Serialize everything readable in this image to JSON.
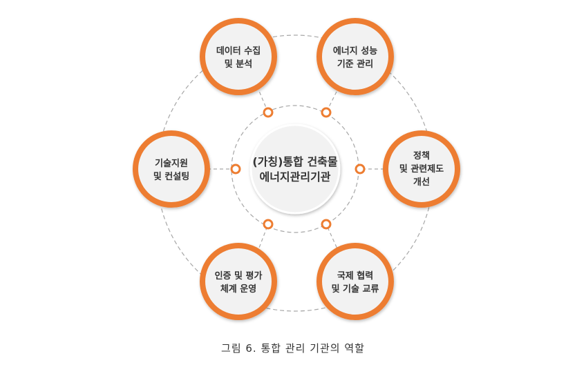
{
  "diagram": {
    "center": {
      "lines": [
        "(가칭)통합 건축물",
        "에너지관리기관"
      ]
    },
    "nodes": [
      {
        "id": "data",
        "lines": [
          "데이터 수집",
          "및 분석"
        ]
      },
      {
        "id": "energy",
        "lines": [
          "에너지 성능",
          "기준 관리"
        ]
      },
      {
        "id": "policy",
        "lines": [
          "정책",
          "및 관련제도",
          "개선"
        ]
      },
      {
        "id": "intl",
        "lines": [
          "국제 협력",
          "및 기술 교류"
        ]
      },
      {
        "id": "cert",
        "lines": [
          "인증 및 평가",
          "체계 운영"
        ]
      },
      {
        "id": "tech",
        "lines": [
          "기술지원",
          "및 컨설팅"
        ]
      }
    ],
    "colors": {
      "accent": "#ED7D31",
      "node_fill": "#F2F2F2",
      "dash": "#999999",
      "text": "#333333"
    }
  },
  "caption": "그림 6. 통합 관리 기관의 역할"
}
